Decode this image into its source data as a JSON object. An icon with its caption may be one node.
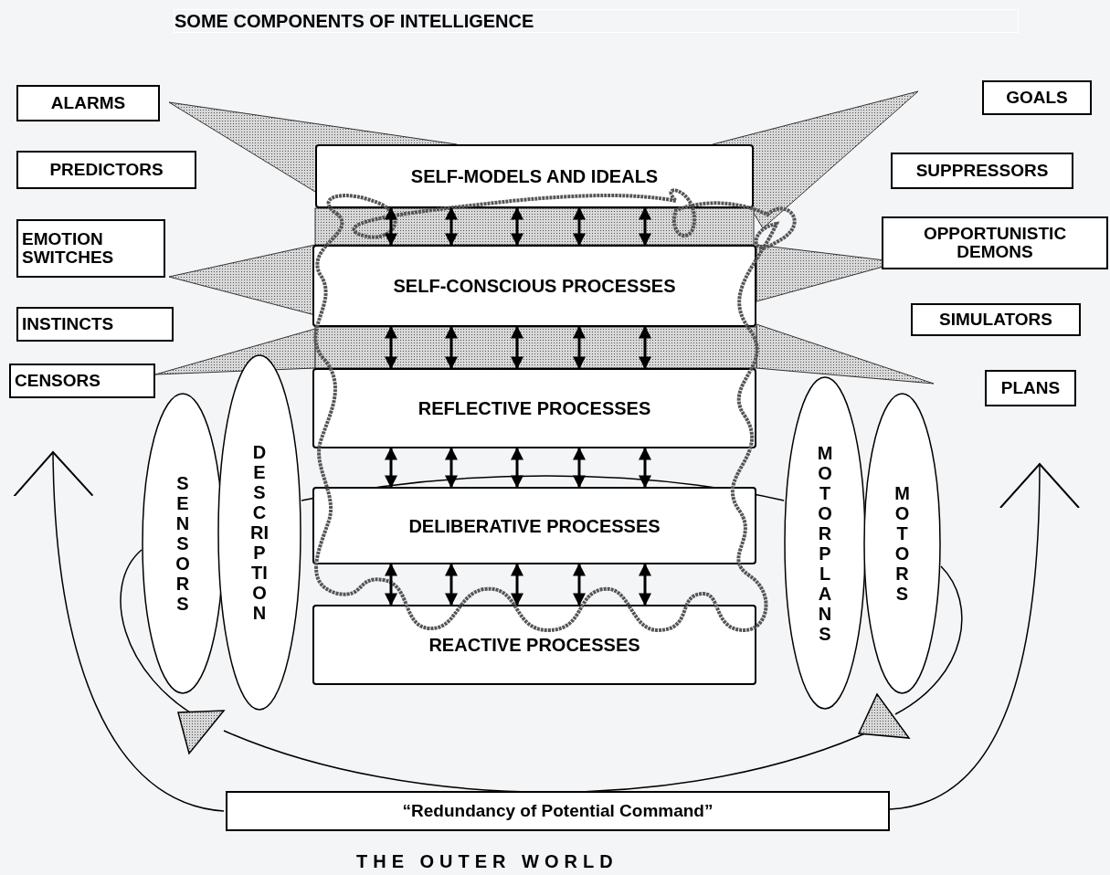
{
  "diagram": {
    "title": "SOME COMPONENTS OF INTELLIGENCE",
    "nodes": [
      {
        "text": [
          "ALARMS"
        ]
      },
      {
        "text": [
          "GOALS"
        ]
      },
      {
        "text": [
          "SELF-MODELS AND IDEALS"
        ]
      },
      {
        "text": [
          "PREDICTORS"
        ]
      },
      {
        "text": [
          "SUPPRESSORS"
        ]
      },
      {
        "text": [
          "EMOTION SWITCHES"
        ]
      },
      {
        "text": [
          "OPPORTUNISTIC DEMONS"
        ]
      },
      {
        "text": [
          "SELF-CONSCIOUS PROCESSES"
        ]
      },
      {
        "text": [
          "INSTINCTS"
        ]
      },
      {
        "text": [
          "SIMULATORS"
        ]
      },
      {
        "text": [
          "CENSORS"
        ]
      },
      {
        "text": [
          "PLANS"
        ]
      },
      {
        "text": [
          "REFLECTIVE PROCESSES"
        ]
      },
      {
        "text": [
          "SENSORS"
        ]
      },
      {
        "text": [
          "DESCRIPTION"
        ]
      },
      {
        "text": [
          "MOTOR PLANS"
        ]
      },
      {
        "text": [
          "MOTORS"
        ]
      },
      {
        "text": [
          "DELIBERATIVE PROCESSES"
        ]
      },
      {
        "text": [
          "REACTIVE PROCESSES"
        ]
      },
      {
        "text": [
          "“Redundancy of Potential Command”"
        ]
      }
    ],
    "edges": [
      {
        "from": 2,
        "to": 7,
        "arrow": "both"
      },
      {
        "from": 2,
        "to": 7,
        "arrow": "both"
      },
      {
        "from": 2,
        "to": 7,
        "arrow": "both"
      },
      {
        "from": 2,
        "to": 7,
        "arrow": "both"
      },
      {
        "from": 2,
        "to": 7,
        "arrow": "both"
      },
      {
        "from": 7,
        "to": 12,
        "arrow": "both"
      },
      {
        "from": 7,
        "to": 12,
        "arrow": "both"
      },
      {
        "from": 7,
        "to": 12,
        "arrow": "both"
      },
      {
        "from": 7,
        "to": 12,
        "arrow": "both"
      },
      {
        "from": 7,
        "to": 12,
        "arrow": "both"
      },
      {
        "from": 12,
        "to": 17,
        "arrow": "both"
      },
      {
        "from": 12,
        "to": 17,
        "arrow": "both"
      },
      {
        "from": 12,
        "to": 17,
        "arrow": "both"
      },
      {
        "from": 12,
        "to": 17,
        "arrow": "both"
      },
      {
        "from": 12,
        "to": 17,
        "arrow": "both"
      },
      {
        "from": 17,
        "to": 18,
        "arrow": "both"
      },
      {
        "from": 17,
        "to": 18,
        "arrow": "both"
      },
      {
        "from": 17,
        "to": 18,
        "arrow": "both"
      },
      {
        "from": 17,
        "to": 18,
        "arrow": "both"
      },
      {
        "from": 17,
        "to": 18,
        "arrow": "both"
      },
      {
        "from": 19,
        "to": null,
        "arrow": "to"
      },
      {
        "from": 19,
        "to": null,
        "arrow": "to"
      }
    ],
    "labels": [
      "THE OUTER WORLD"
    ]
  }
}
